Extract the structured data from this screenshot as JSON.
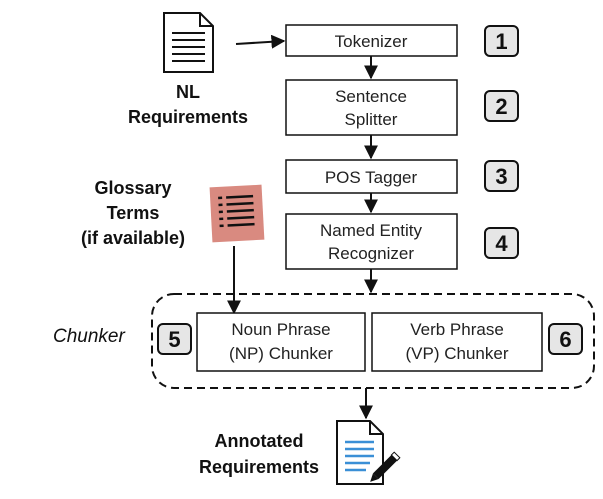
{
  "pipeline": {
    "steps": [
      {
        "lines": [
          "Tokenizer"
        ],
        "number": "1"
      },
      {
        "lines": [
          "Sentence",
          "Splitter"
        ],
        "number": "2"
      },
      {
        "lines": [
          "POS Tagger"
        ],
        "number": "3"
      },
      {
        "lines": [
          "Named Entity",
          "Recognizer"
        ],
        "number": "4"
      }
    ],
    "chunker": {
      "label": "Chunker",
      "np": {
        "lines": [
          "Noun Phrase",
          "(NP) Chunker"
        ],
        "number": "5"
      },
      "vp": {
        "lines": [
          "Verb Phrase",
          "(VP) Chunker"
        ],
        "number": "6"
      }
    }
  },
  "inputs": {
    "nl_requirements": [
      "NL",
      "Requirements"
    ],
    "glossary": [
      "Glossary",
      "Terms",
      "(if available)"
    ]
  },
  "output": {
    "annotated_requirements": [
      "Annotated",
      "Requirements"
    ]
  },
  "colors": {
    "glossary_note": "#d98a80",
    "annotated_lines": "#3a8fd6",
    "number_box": "#e6e6e6"
  }
}
